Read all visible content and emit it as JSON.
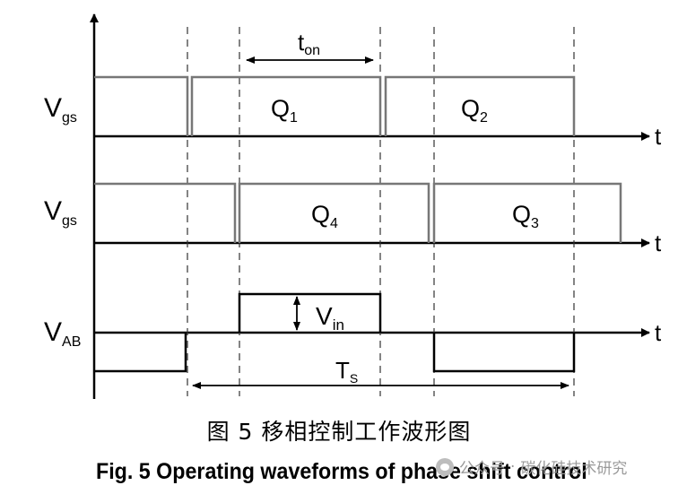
{
  "labels": {
    "vgs_top": {
      "main": "V",
      "sub": "gs"
    },
    "vgs_mid": {
      "main": "V",
      "sub": "gs"
    },
    "vab": {
      "main": "V",
      "sub": "AB"
    },
    "axis_t": "t",
    "q1": {
      "main": "Q",
      "sub": "1"
    },
    "q2": {
      "main": "Q",
      "sub": "2"
    },
    "q3": {
      "main": "Q",
      "sub": "3"
    },
    "q4": {
      "main": "Q",
      "sub": "4"
    },
    "ton": {
      "main": "t",
      "sub": "on"
    },
    "vin": {
      "main": "V",
      "sub": "in"
    },
    "ts": {
      "main": "T",
      "sub": "S"
    }
  },
  "caption": {
    "cn": "图 5  移相控制工作波形图",
    "en": "Fig. 5  Operating waveforms of phase shift control"
  },
  "watermark": {
    "source": "公众号",
    "sep": "·",
    "name": "碳化硅技术研究"
  },
  "colors": {
    "axis": "#000000",
    "wave_black": "#000000",
    "wave_gray": "#777777",
    "dash": "#333333"
  }
}
